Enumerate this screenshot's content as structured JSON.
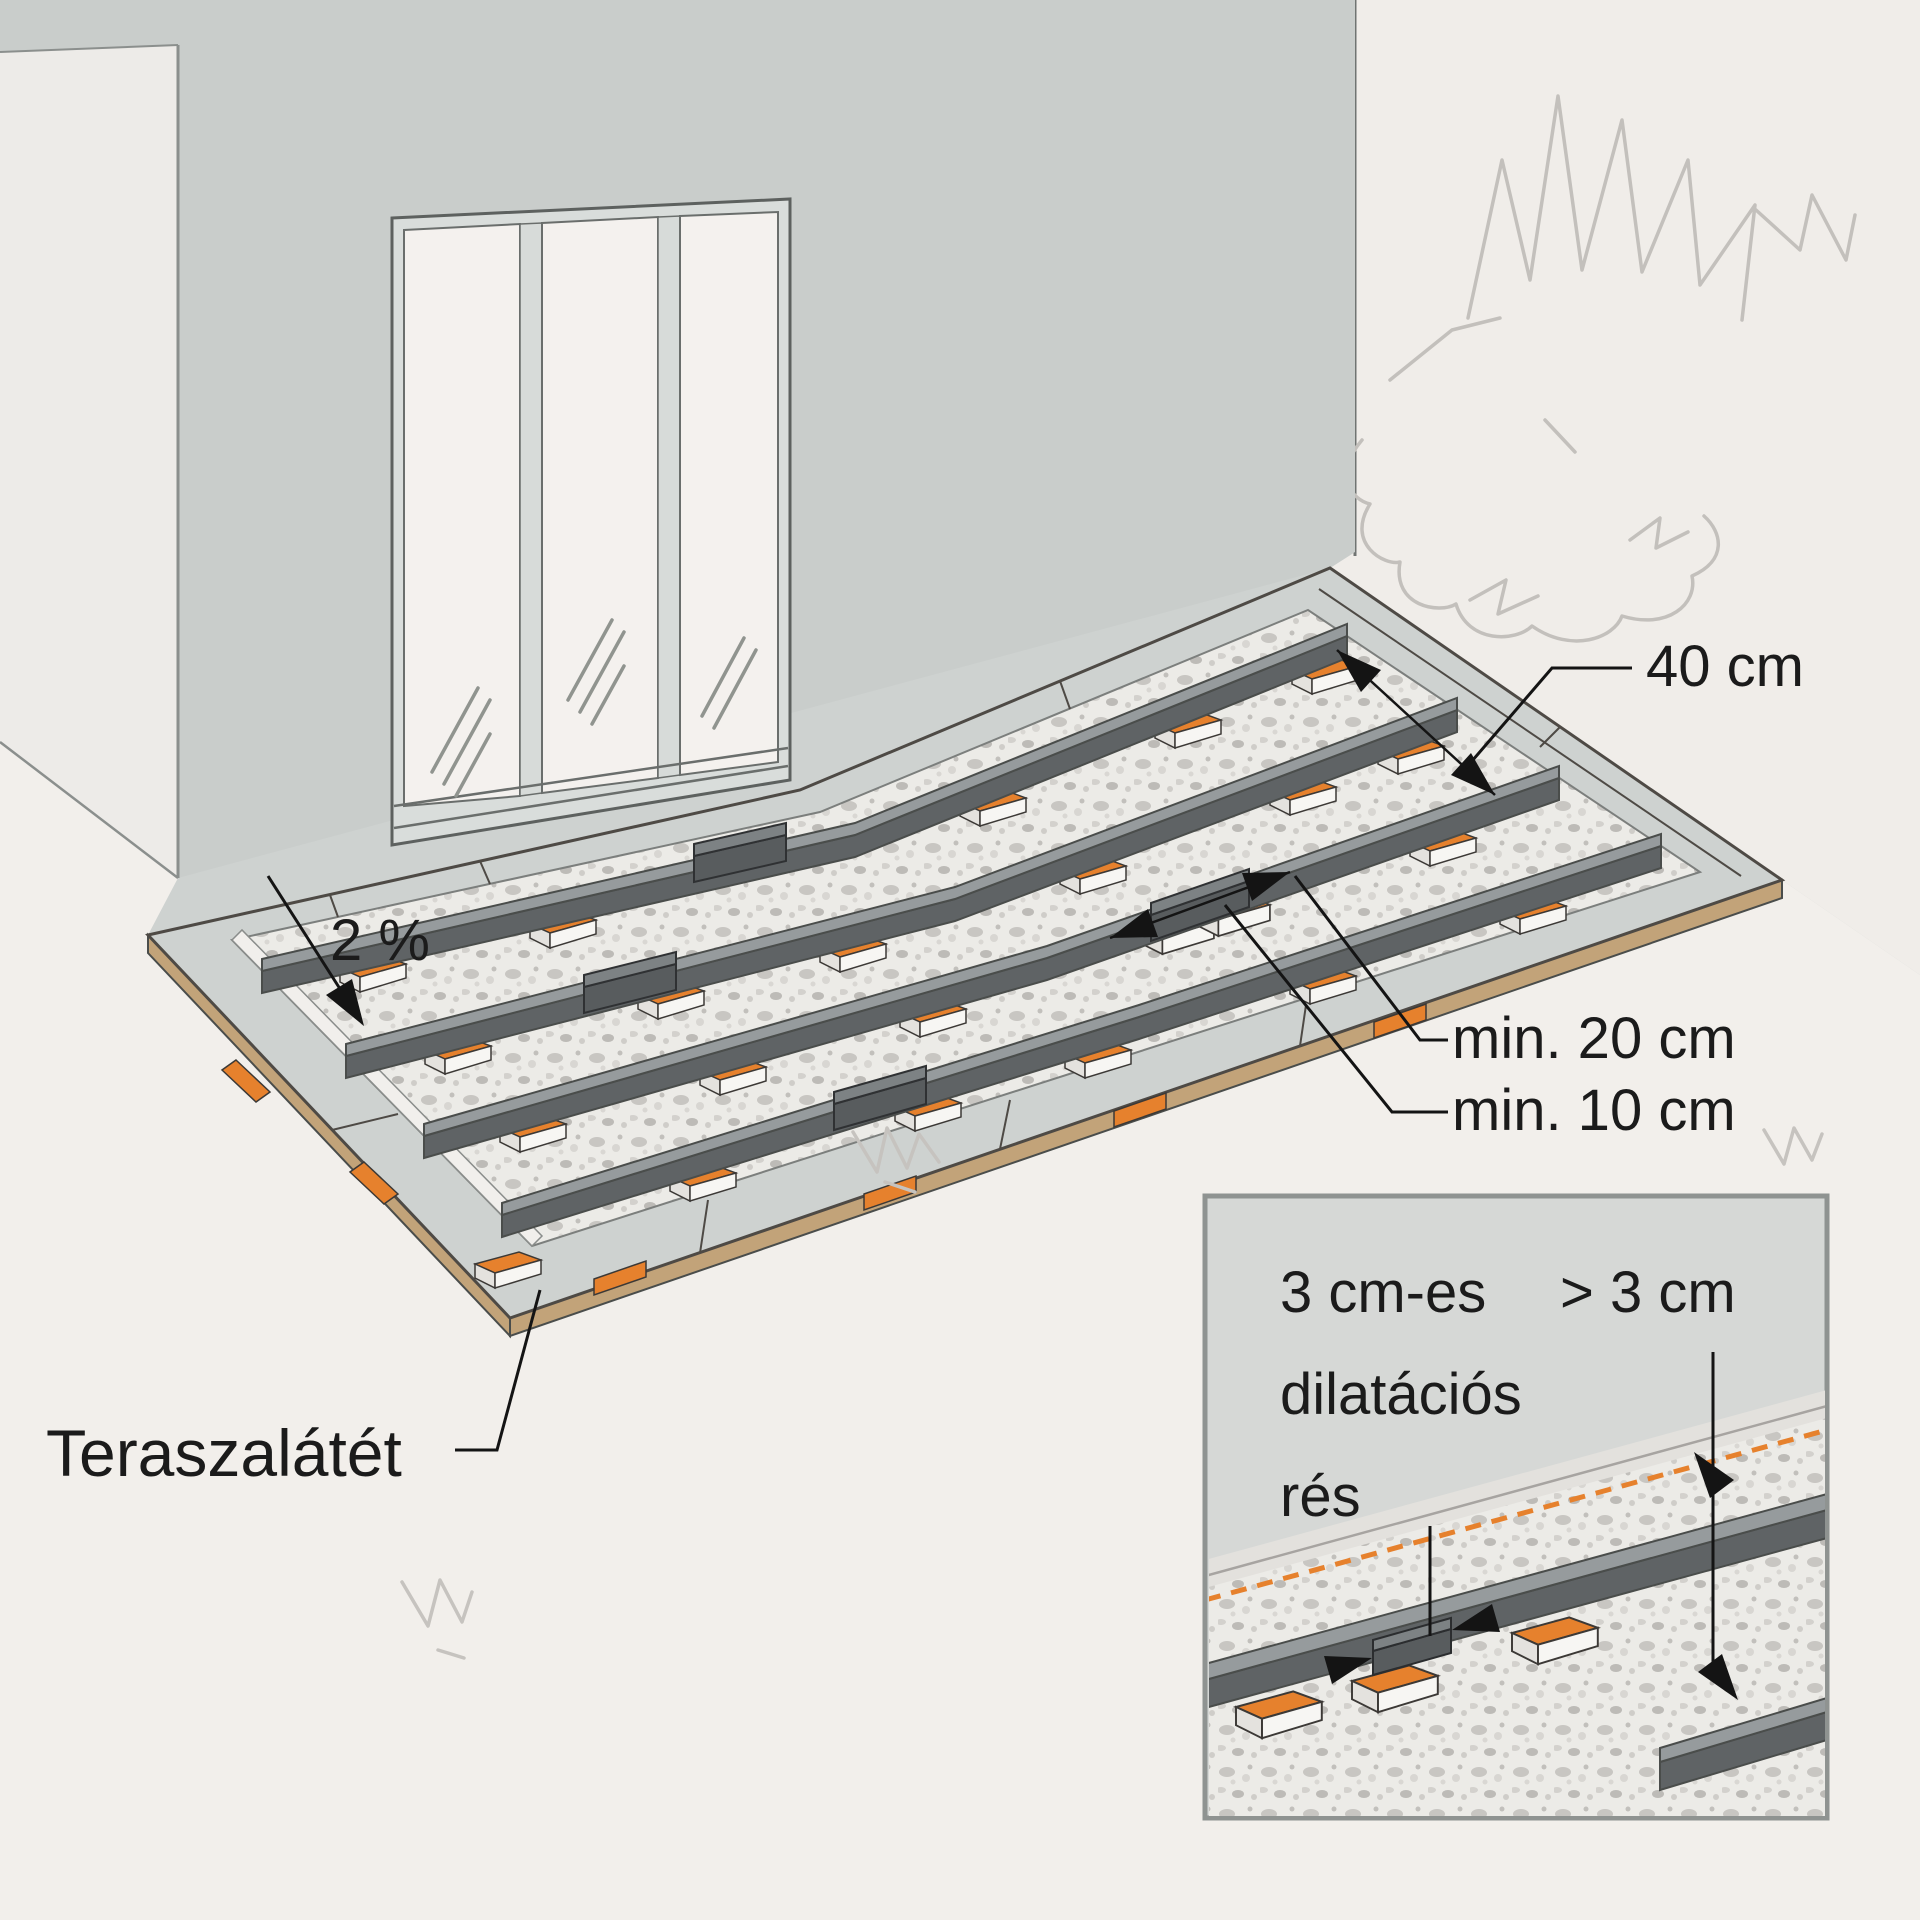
{
  "diagram": {
    "annotations": {
      "joist_spacing": "40 cm",
      "slope": "2 %",
      "joint_overlap_min": "min. 20 cm",
      "pad_length_min": "min. 10 cm",
      "pad_label": "Teraszalátét"
    },
    "inset": {
      "gap_label_line1": "3 cm-es",
      "gap_label_line2": "dilatációs",
      "gap_label_line3": "rés",
      "edge_overhang_label": "> 3 cm"
    },
    "colors": {
      "background": "#ced2d0",
      "wall_left": "#c9cdcb",
      "wall_right": "#f0ede9",
      "ground": "#f2efeb",
      "frame_wood": "#dcbd92",
      "frame_wood_dark": "#c2a379",
      "joist_side": "#5f6365",
      "joist_top": "#969b9d",
      "pad_orange": "#e6812d",
      "pad_white": "#f7f6f3",
      "gravel_base": "#ecebe7",
      "inset_bg": "#d6d8d6",
      "inset_border": "#8f9391",
      "label_text": "#1b1b1b",
      "sketch_line": "#c3c0bc"
    }
  }
}
